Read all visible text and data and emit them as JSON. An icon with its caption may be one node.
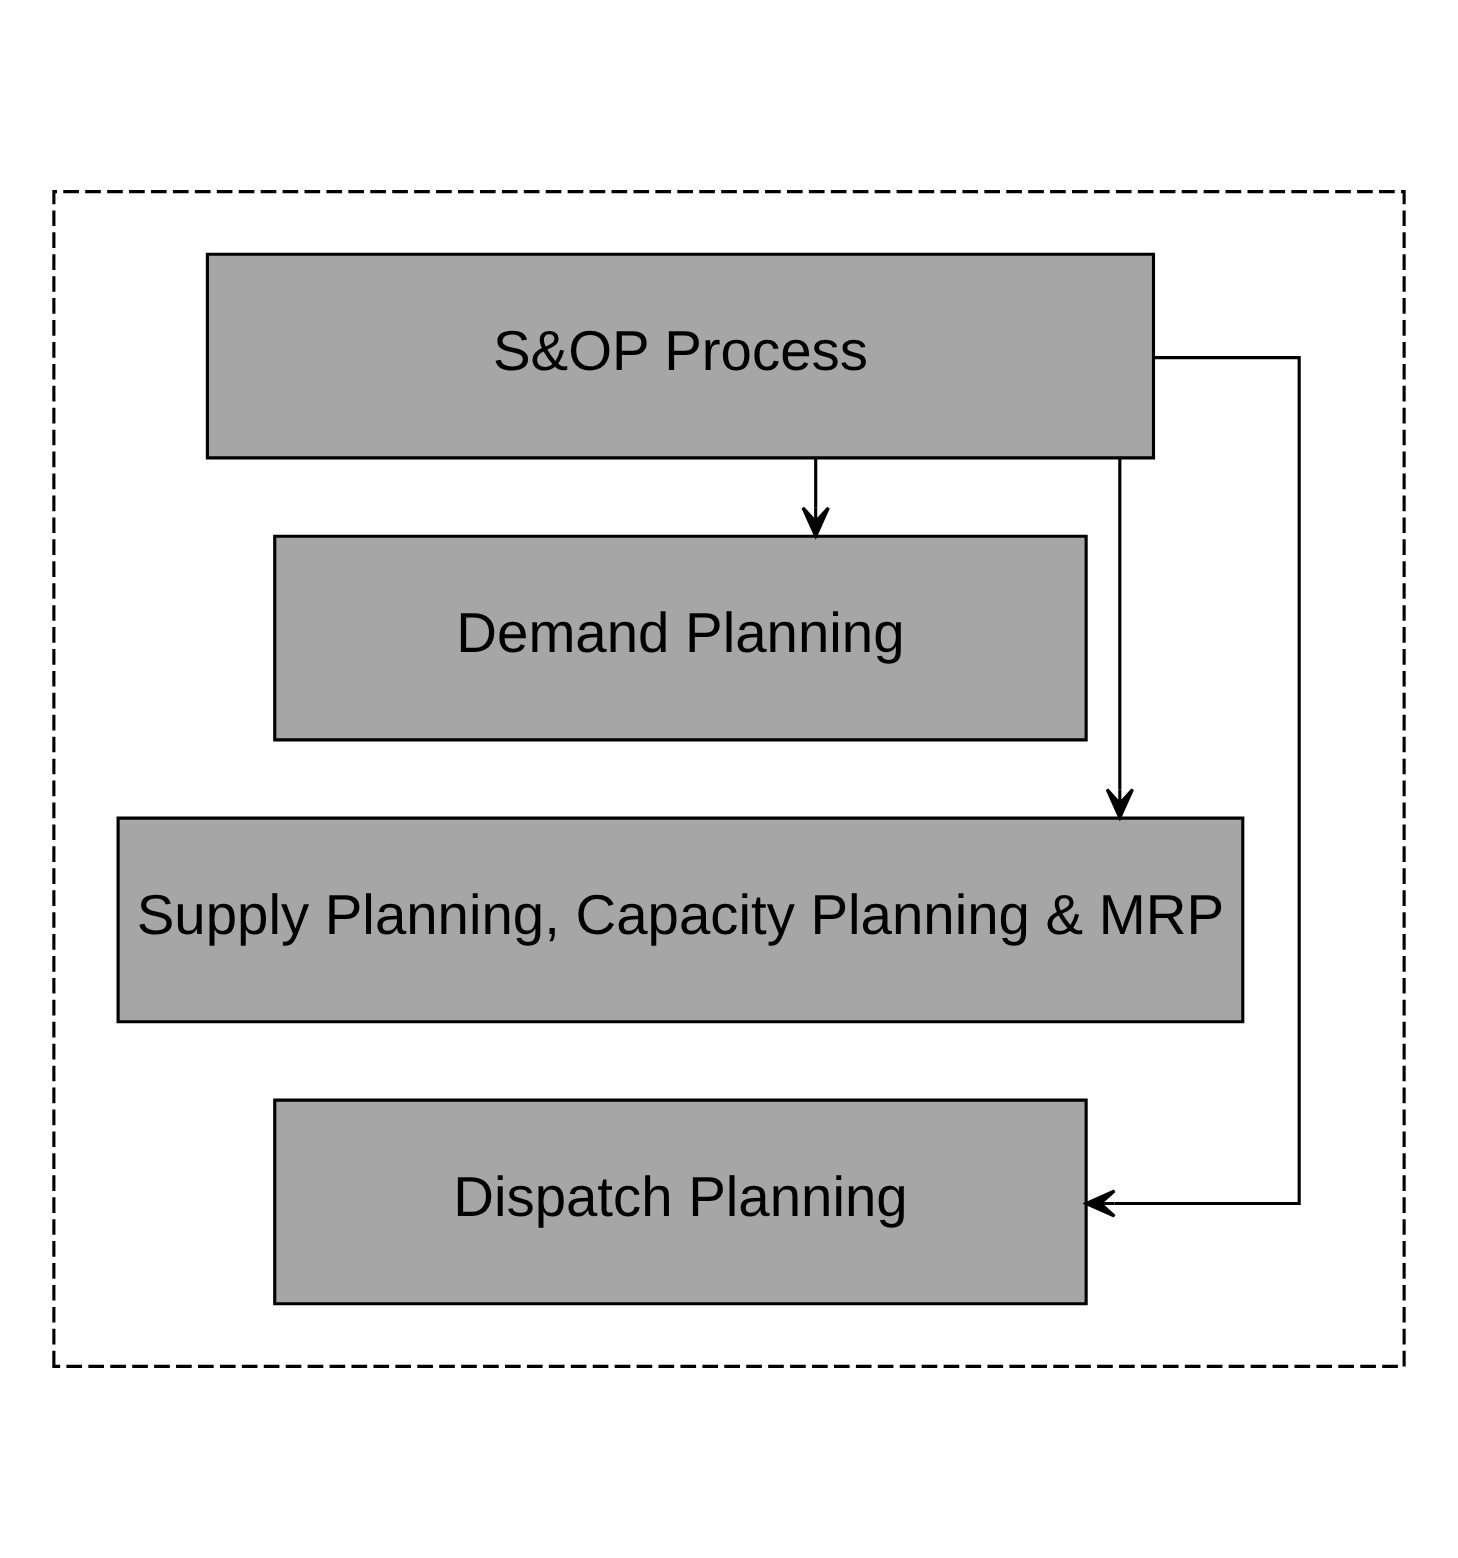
{
  "diagram": {
    "nodes": [
      {
        "text": [],
        "shape": "box"
      },
      {
        "text": [
          "S&OP Process"
        ],
        "in": 0
      },
      {
        "text": [
          "Demand Planning"
        ],
        "in": 0
      },
      {
        "text": [
          "Supply Planning, Capacity Planning & MRP"
        ],
        "in": 0
      },
      {
        "text": [
          "Dispatch Planning"
        ],
        "in": 0
      }
    ],
    "edges": [
      {
        "from": 1,
        "to": 2,
        "arrow": "to"
      },
      {
        "from": 1,
        "to": 3,
        "arrow": "to"
      },
      {
        "from": 1,
        "to": 4,
        "arrow": "to"
      }
    ]
  }
}
